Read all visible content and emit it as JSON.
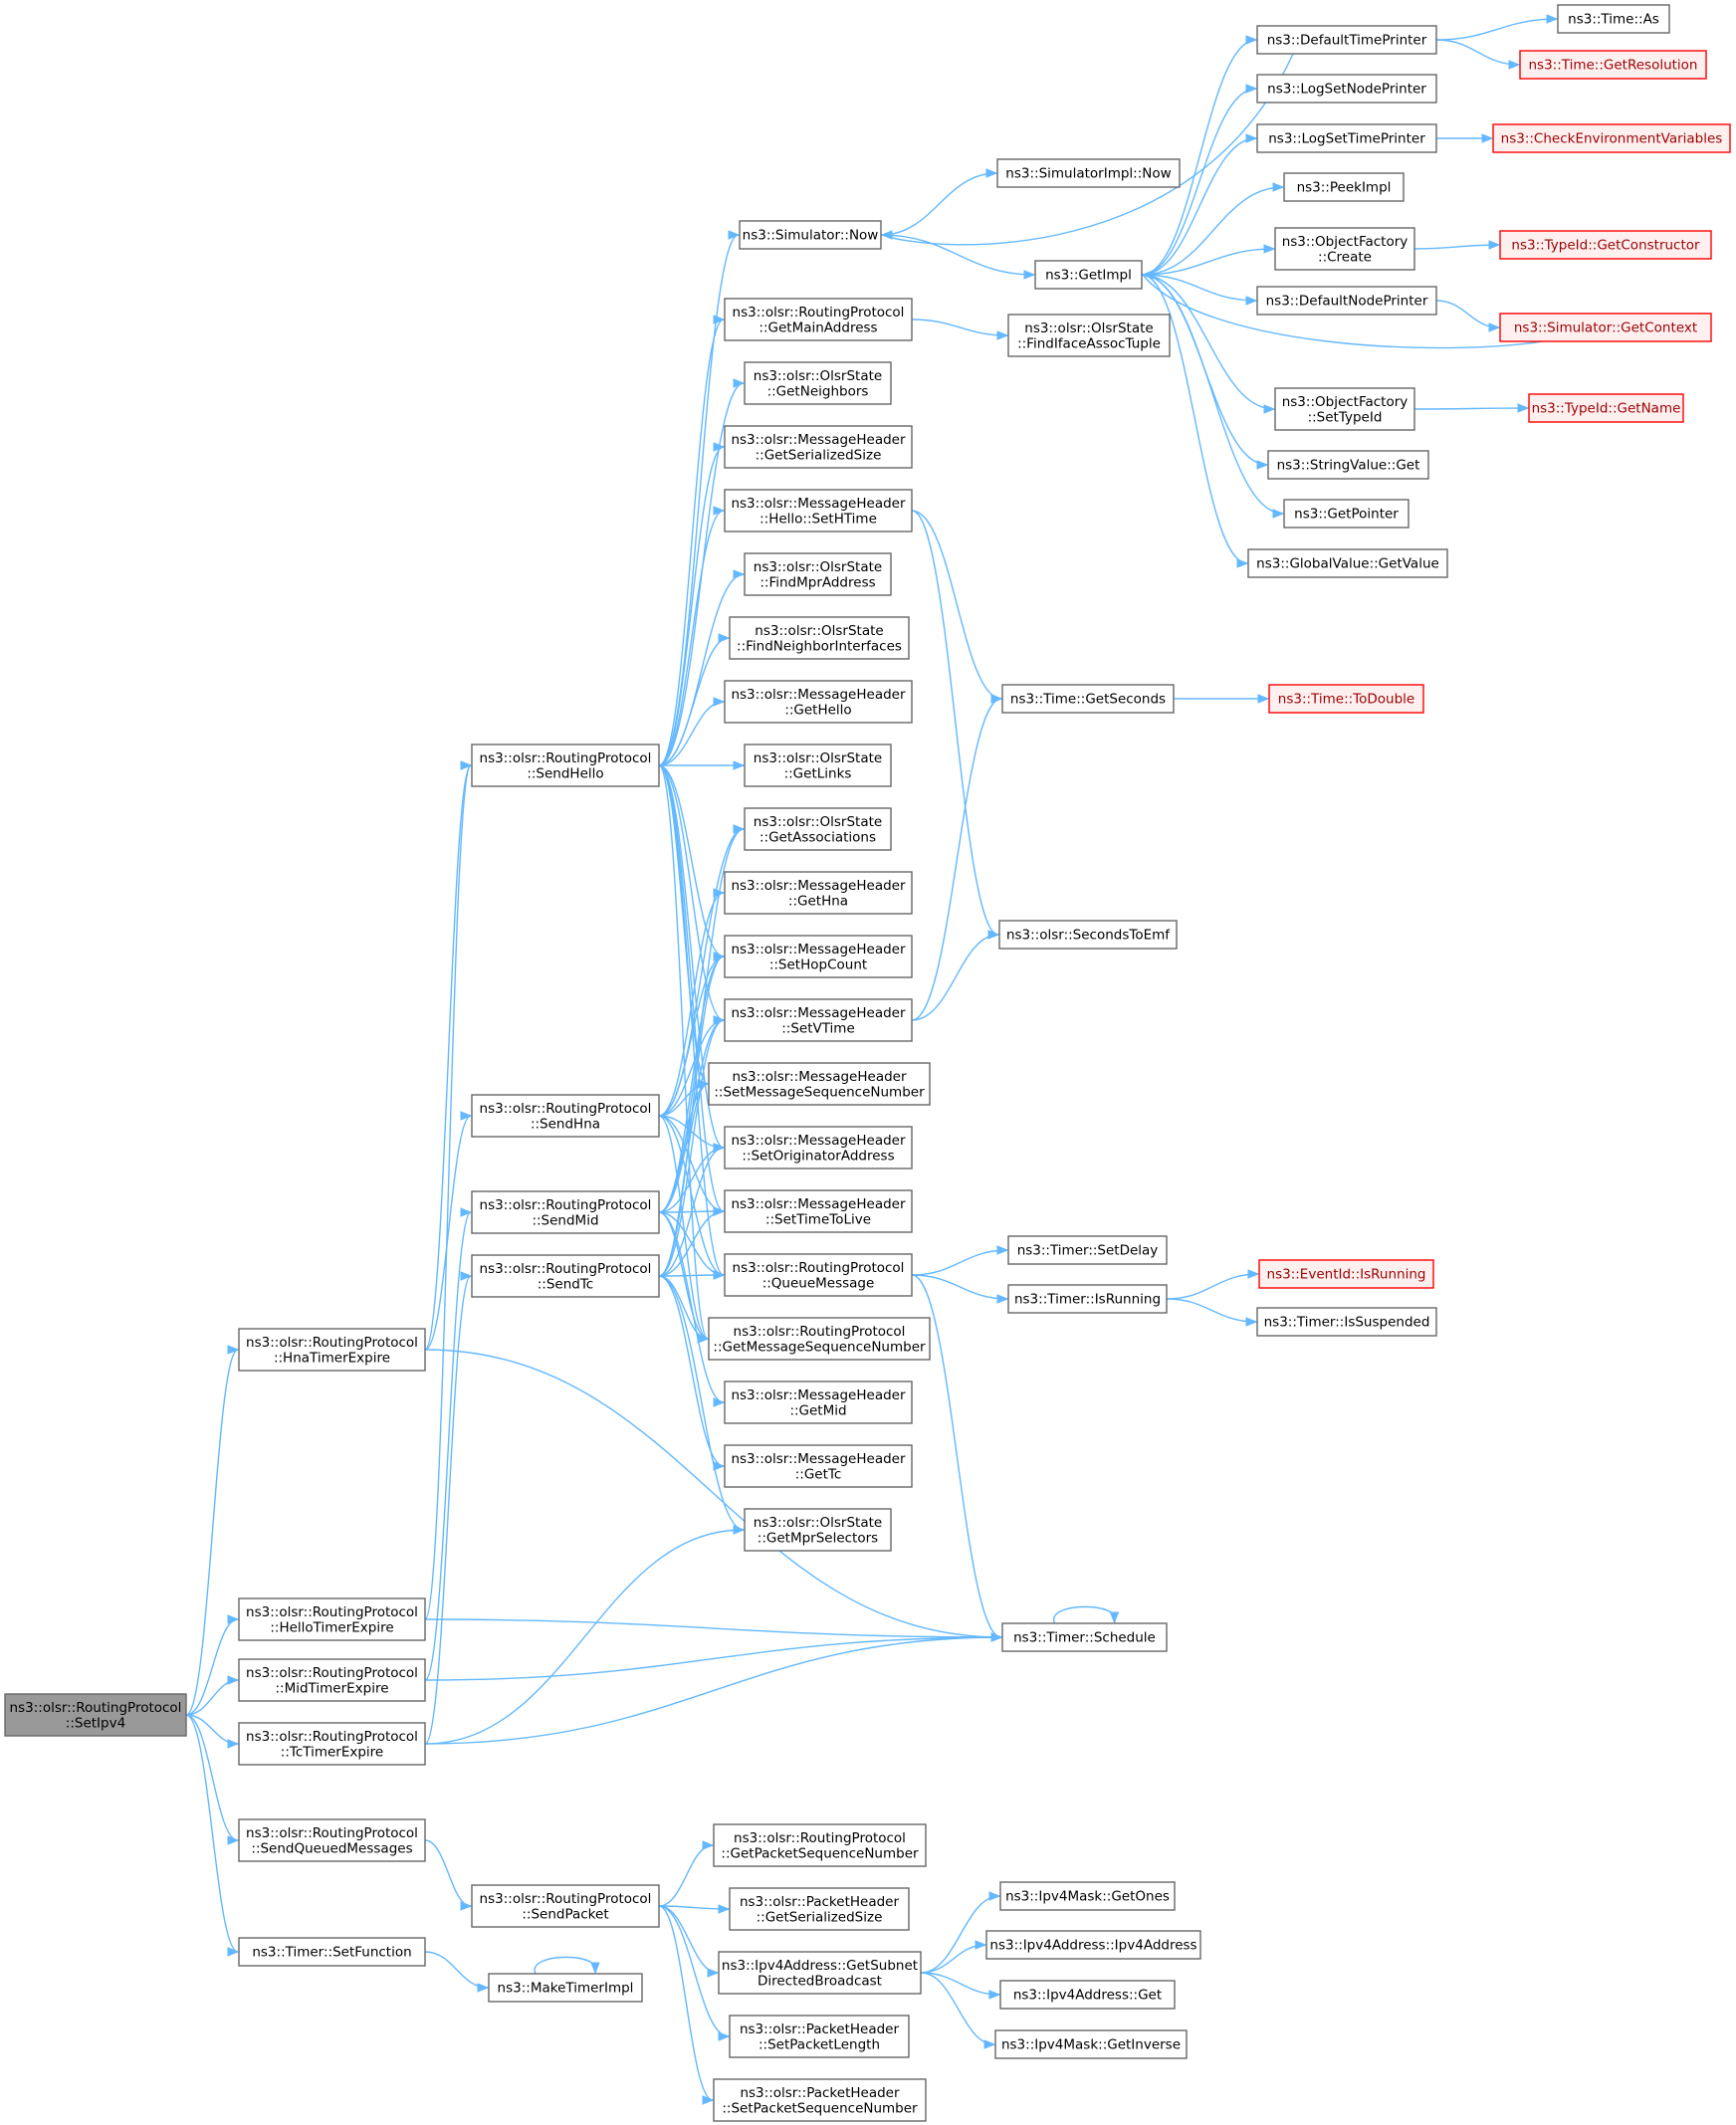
{
  "diagram": {
    "title": "",
    "colors": {
      "edge": "#63b8ff",
      "node_border": "#666666",
      "root_fill": "#999999",
      "truncated_border": "#ff0000",
      "truncated_fill": "#fff0f0"
    },
    "nodes": [
      {
        "id": "setipv4",
        "lines": [
          "ns3::olsr::RoutingProtocol",
          "::SetIpv4"
        ],
        "style": "root"
      },
      {
        "id": "hnatimer",
        "lines": [
          "ns3::olsr::RoutingProtocol",
          "::HnaTimerExpire"
        ]
      },
      {
        "id": "hellotimer",
        "lines": [
          "ns3::olsr::RoutingProtocol",
          "::HelloTimerExpire"
        ]
      },
      {
        "id": "midtimer",
        "lines": [
          "ns3::olsr::RoutingProtocol",
          "::MidTimerExpire"
        ]
      },
      {
        "id": "tctimer",
        "lines": [
          "ns3::olsr::RoutingProtocol",
          "::TcTimerExpire"
        ]
      },
      {
        "id": "sendqueued",
        "lines": [
          "ns3::olsr::RoutingProtocol",
          "::SendQueuedMessages"
        ]
      },
      {
        "id": "setfunction",
        "lines": [
          "ns3::Timer::SetFunction"
        ]
      },
      {
        "id": "sendhello",
        "lines": [
          "ns3::olsr::RoutingProtocol",
          "::SendHello"
        ]
      },
      {
        "id": "sendhna",
        "lines": [
          "ns3::olsr::RoutingProtocol",
          "::SendHna"
        ]
      },
      {
        "id": "sendmid",
        "lines": [
          "ns3::olsr::RoutingProtocol",
          "::SendMid"
        ]
      },
      {
        "id": "sendtc",
        "lines": [
          "ns3::olsr::RoutingProtocol",
          "::SendTc"
        ]
      },
      {
        "id": "sendpacket",
        "lines": [
          "ns3::olsr::RoutingProtocol",
          "::SendPacket"
        ]
      },
      {
        "id": "maketimerimpl",
        "lines": [
          "ns3::MakeTimerImpl"
        ]
      },
      {
        "id": "simnow",
        "lines": [
          "ns3::Simulator::Now"
        ]
      },
      {
        "id": "getmainaddr",
        "lines": [
          "ns3::olsr::RoutingProtocol",
          "::GetMainAddress"
        ]
      },
      {
        "id": "getneighbors",
        "lines": [
          "ns3::olsr::OlsrState",
          "::GetNeighbors"
        ]
      },
      {
        "id": "getserialized",
        "lines": [
          "ns3::olsr::MessageHeader",
          "::GetSerializedSize"
        ]
      },
      {
        "id": "sethtime",
        "lines": [
          "ns3::olsr::MessageHeader",
          "::Hello::SetHTime"
        ]
      },
      {
        "id": "findmpr",
        "lines": [
          "ns3::olsr::OlsrState",
          "::FindMprAddress"
        ]
      },
      {
        "id": "findneighif",
        "lines": [
          "ns3::olsr::OlsrState",
          "::FindNeighborInterfaces"
        ]
      },
      {
        "id": "gethello",
        "lines": [
          "ns3::olsr::MessageHeader",
          "::GetHello"
        ]
      },
      {
        "id": "getlinks",
        "lines": [
          "ns3::olsr::OlsrState",
          "::GetLinks"
        ]
      },
      {
        "id": "getassoc",
        "lines": [
          "ns3::olsr::OlsrState",
          "::GetAssociations"
        ]
      },
      {
        "id": "gethna",
        "lines": [
          "ns3::olsr::MessageHeader",
          "::GetHna"
        ]
      },
      {
        "id": "sethopcount",
        "lines": [
          "ns3::olsr::MessageHeader",
          "::SetHopCount"
        ]
      },
      {
        "id": "setvtime",
        "lines": [
          "ns3::olsr::MessageHeader",
          "::SetVTime"
        ]
      },
      {
        "id": "setmsgseq",
        "lines": [
          "ns3::olsr::MessageHeader",
          "::SetMessageSequenceNumber"
        ]
      },
      {
        "id": "setorigaddr",
        "lines": [
          "ns3::olsr::MessageHeader",
          "::SetOriginatorAddress"
        ]
      },
      {
        "id": "setttl",
        "lines": [
          "ns3::olsr::MessageHeader",
          "::SetTimeToLive"
        ]
      },
      {
        "id": "queuemsg",
        "lines": [
          "ns3::olsr::RoutingProtocol",
          "::QueueMessage"
        ]
      },
      {
        "id": "getmsgseq",
        "lines": [
          "ns3::olsr::RoutingProtocol",
          "::GetMessageSequenceNumber"
        ]
      },
      {
        "id": "getmid",
        "lines": [
          "ns3::olsr::MessageHeader",
          "::GetMid"
        ]
      },
      {
        "id": "gettc",
        "lines": [
          "ns3::olsr::MessageHeader",
          "::GetTc"
        ]
      },
      {
        "id": "getmprsel",
        "lines": [
          "ns3::olsr::OlsrState",
          "::GetMprSelectors"
        ]
      },
      {
        "id": "getpktseq",
        "lines": [
          "ns3::olsr::RoutingProtocol",
          "::GetPacketSequenceNumber"
        ]
      },
      {
        "id": "pktgetser",
        "lines": [
          "ns3::olsr::PacketHeader",
          "::GetSerializedSize"
        ]
      },
      {
        "id": "getsubnet",
        "lines": [
          "ns3::Ipv4Address::GetSubnet",
          "DirectedBroadcast"
        ]
      },
      {
        "id": "setpktlen",
        "lines": [
          "ns3::olsr::PacketHeader",
          "::SetPacketLength"
        ]
      },
      {
        "id": "setpktseq",
        "lines": [
          "ns3::olsr::PacketHeader",
          "::SetPacketSequenceNumber"
        ]
      },
      {
        "id": "simimplnow",
        "lines": [
          "ns3::SimulatorImpl::Now"
        ]
      },
      {
        "id": "getimpl",
        "lines": [
          "ns3::GetImpl"
        ]
      },
      {
        "id": "findiface",
        "lines": [
          "ns3::olsr::OlsrState",
          "::FindIfaceAssocTuple"
        ]
      },
      {
        "id": "getseconds",
        "lines": [
          "ns3::Time::GetSeconds"
        ]
      },
      {
        "id": "secondstoemf",
        "lines": [
          "ns3::olsr::SecondsToEmf"
        ]
      },
      {
        "id": "setdelay",
        "lines": [
          "ns3::Timer::SetDelay"
        ]
      },
      {
        "id": "isrunning",
        "lines": [
          "ns3::Timer::IsRunning"
        ]
      },
      {
        "id": "schedule",
        "lines": [
          "ns3::Timer::Schedule"
        ]
      },
      {
        "id": "getones",
        "lines": [
          "ns3::Ipv4Mask::GetOnes"
        ]
      },
      {
        "id": "ipv4addr",
        "lines": [
          "ns3::Ipv4Address::Ipv4Address"
        ]
      },
      {
        "id": "ipv4get",
        "lines": [
          "ns3::Ipv4Address::Get"
        ]
      },
      {
        "id": "getinverse",
        "lines": [
          "ns3::Ipv4Mask::GetInverse"
        ]
      },
      {
        "id": "defaulttime",
        "lines": [
          "ns3::DefaultTimePrinter"
        ]
      },
      {
        "id": "logsetnode",
        "lines": [
          "ns3::LogSetNodePrinter"
        ]
      },
      {
        "id": "logsettime",
        "lines": [
          "ns3::LogSetTimePrinter"
        ]
      },
      {
        "id": "peekimpl",
        "lines": [
          "ns3::PeekImpl"
        ]
      },
      {
        "id": "objfcreate",
        "lines": [
          "ns3::ObjectFactory",
          "::Create"
        ]
      },
      {
        "id": "defaultnode",
        "lines": [
          "ns3::DefaultNodePrinter"
        ]
      },
      {
        "id": "objfsettype",
        "lines": [
          "ns3::ObjectFactory",
          "::SetTypeId"
        ]
      },
      {
        "id": "stringget",
        "lines": [
          "ns3::StringValue::Get"
        ]
      },
      {
        "id": "getpointer",
        "lines": [
          "ns3::GetPointer"
        ]
      },
      {
        "id": "globalget",
        "lines": [
          "ns3::GlobalValue::GetValue"
        ]
      },
      {
        "id": "todouble",
        "lines": [
          "ns3::Time::ToDouble"
        ],
        "style": "truncated"
      },
      {
        "id": "eventisrunning",
        "lines": [
          "ns3::EventId::IsRunning"
        ],
        "style": "truncated"
      },
      {
        "id": "issuspended",
        "lines": [
          "ns3::Timer::IsSuspended"
        ]
      },
      {
        "id": "timeas",
        "lines": [
          "ns3::Time::As"
        ]
      },
      {
        "id": "getresolution",
        "lines": [
          "ns3::Time::GetResolution"
        ],
        "style": "truncated"
      },
      {
        "id": "checkenv",
        "lines": [
          "ns3::CheckEnvironmentVariables"
        ],
        "style": "truncated"
      },
      {
        "id": "getconstructor",
        "lines": [
          "ns3::TypeId::GetConstructor"
        ],
        "style": "truncated"
      },
      {
        "id": "getcontext",
        "lines": [
          "ns3::Simulator::GetContext"
        ],
        "style": "truncated"
      },
      {
        "id": "getname",
        "lines": [
          "ns3::TypeId::GetName"
        ],
        "style": "truncated"
      }
    ],
    "edges": [
      [
        "setipv4",
        "hnatimer"
      ],
      [
        "setipv4",
        "hellotimer"
      ],
      [
        "setipv4",
        "midtimer"
      ],
      [
        "setipv4",
        "tctimer"
      ],
      [
        "setipv4",
        "sendqueued"
      ],
      [
        "setipv4",
        "setfunction"
      ],
      [
        "hnatimer",
        "sendhello"
      ],
      [
        "hnatimer",
        "sendhna"
      ],
      [
        "hnatimer",
        "schedule"
      ],
      [
        "hellotimer",
        "sendhello"
      ],
      [
        "hellotimer",
        "schedule"
      ],
      [
        "midtimer",
        "sendmid"
      ],
      [
        "midtimer",
        "schedule"
      ],
      [
        "tctimer",
        "sendtc"
      ],
      [
        "tctimer",
        "schedule"
      ],
      [
        "tctimer",
        "getmprsel"
      ],
      [
        "sendqueued",
        "sendpacket"
      ],
      [
        "setfunction",
        "maketimerimpl"
      ],
      [
        "maketimerimpl",
        "maketimerimpl"
      ],
      [
        "sendhello",
        "simnow"
      ],
      [
        "sendhello",
        "getmainaddr"
      ],
      [
        "sendhello",
        "getneighbors"
      ],
      [
        "sendhello",
        "getserialized"
      ],
      [
        "sendhello",
        "sethtime"
      ],
      [
        "sendhello",
        "findmpr"
      ],
      [
        "sendhello",
        "findneighif"
      ],
      [
        "sendhello",
        "gethello"
      ],
      [
        "sendhello",
        "getlinks"
      ],
      [
        "sendhello",
        "sethopcount"
      ],
      [
        "sendhello",
        "setvtime"
      ],
      [
        "sendhello",
        "setmsgseq"
      ],
      [
        "sendhello",
        "setorigaddr"
      ],
      [
        "sendhello",
        "setttl"
      ],
      [
        "sendhello",
        "queuemsg"
      ],
      [
        "sendhello",
        "getmsgseq"
      ],
      [
        "sendhna",
        "getassoc"
      ],
      [
        "sendhna",
        "gethna"
      ],
      [
        "sendhna",
        "sethopcount"
      ],
      [
        "sendhna",
        "setvtime"
      ],
      [
        "sendhna",
        "setmsgseq"
      ],
      [
        "sendhna",
        "setorigaddr"
      ],
      [
        "sendhna",
        "setttl"
      ],
      [
        "sendhna",
        "queuemsg"
      ],
      [
        "sendhna",
        "getmsgseq"
      ],
      [
        "sendmid",
        "getassoc"
      ],
      [
        "sendmid",
        "sethopcount"
      ],
      [
        "sendmid",
        "setvtime"
      ],
      [
        "sendmid",
        "setmsgseq"
      ],
      [
        "sendmid",
        "setorigaddr"
      ],
      [
        "sendmid",
        "setttl"
      ],
      [
        "sendmid",
        "queuemsg"
      ],
      [
        "sendmid",
        "getmsgseq"
      ],
      [
        "sendmid",
        "getmid"
      ],
      [
        "sendtc",
        "sethopcount"
      ],
      [
        "sendtc",
        "setvtime"
      ],
      [
        "sendtc",
        "setmsgseq"
      ],
      [
        "sendtc",
        "setorigaddr"
      ],
      [
        "sendtc",
        "setttl"
      ],
      [
        "sendtc",
        "queuemsg"
      ],
      [
        "sendtc",
        "getmsgseq"
      ],
      [
        "sendtc",
        "gettc"
      ],
      [
        "sendtc",
        "getmprsel"
      ],
      [
        "sendpacket",
        "getpktseq"
      ],
      [
        "sendpacket",
        "pktgetser"
      ],
      [
        "sendpacket",
        "getsubnet"
      ],
      [
        "sendpacket",
        "setpktlen"
      ],
      [
        "sendpacket",
        "setpktseq"
      ],
      [
        "getsubnet",
        "getones"
      ],
      [
        "getsubnet",
        "ipv4addr"
      ],
      [
        "getsubnet",
        "ipv4get"
      ],
      [
        "getsubnet",
        "getinverse"
      ],
      [
        "simnow",
        "simimplnow"
      ],
      [
        "simnow",
        "getimpl"
      ],
      [
        "getmainaddr",
        "findiface"
      ],
      [
        "sethtime",
        "getseconds"
      ],
      [
        "sethtime",
        "secondstoemf"
      ],
      [
        "setvtime",
        "getseconds"
      ],
      [
        "setvtime",
        "secondstoemf"
      ],
      [
        "getseconds",
        "todouble"
      ],
      [
        "queuemsg",
        "setdelay"
      ],
      [
        "queuemsg",
        "isrunning"
      ],
      [
        "queuemsg",
        "schedule"
      ],
      [
        "isrunning",
        "eventisrunning"
      ],
      [
        "isrunning",
        "issuspended"
      ],
      [
        "schedule",
        "schedule"
      ],
      [
        "getimpl",
        "defaulttime"
      ],
      [
        "getimpl",
        "logsetnode"
      ],
      [
        "getimpl",
        "logsettime"
      ],
      [
        "getimpl",
        "peekimpl"
      ],
      [
        "getimpl",
        "objfcreate"
      ],
      [
        "getimpl",
        "defaultnode"
      ],
      [
        "getimpl",
        "objfsettype"
      ],
      [
        "getimpl",
        "stringget"
      ],
      [
        "getimpl",
        "getpointer"
      ],
      [
        "getimpl",
        "globalget"
      ],
      [
        "defaulttime",
        "simnow"
      ],
      [
        "defaulttime",
        "timeas"
      ],
      [
        "defaulttime",
        "getresolution"
      ],
      [
        "logsettime",
        "checkenv"
      ],
      [
        "objfcreate",
        "getconstructor"
      ],
      [
        "defaultnode",
        "getcontext"
      ],
      [
        "getcontext",
        "getimpl"
      ],
      [
        "objfsettype",
        "getname"
      ]
    ]
  }
}
